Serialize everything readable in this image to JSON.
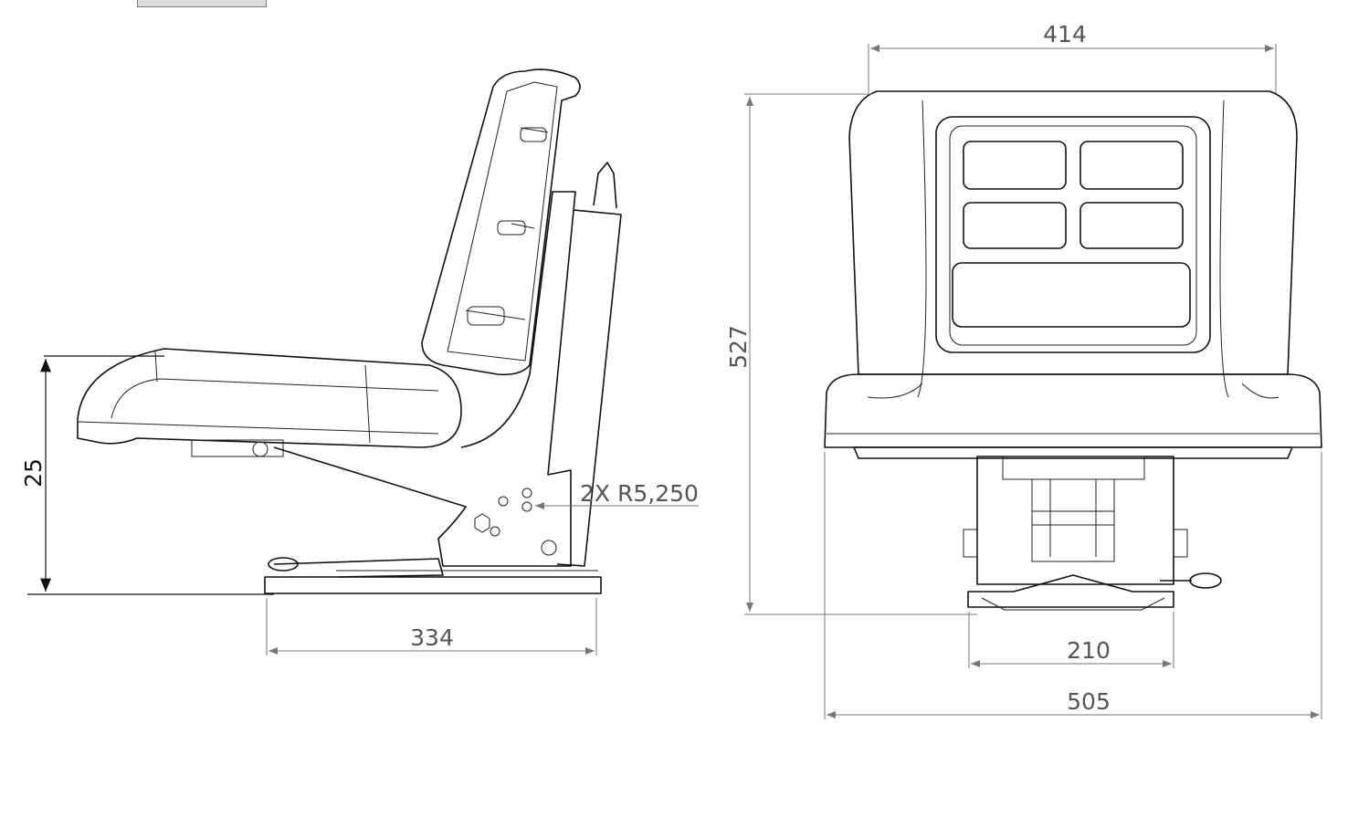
{
  "drawing": {
    "side_view": {
      "height_dim": "25",
      "base_length_dim": "334",
      "hole_callout": "2X R5,250"
    },
    "front_view": {
      "backrest_width_dim": "414",
      "overall_height_dim": "527",
      "base_width_dim": "210",
      "overall_width_dim": "505"
    }
  }
}
